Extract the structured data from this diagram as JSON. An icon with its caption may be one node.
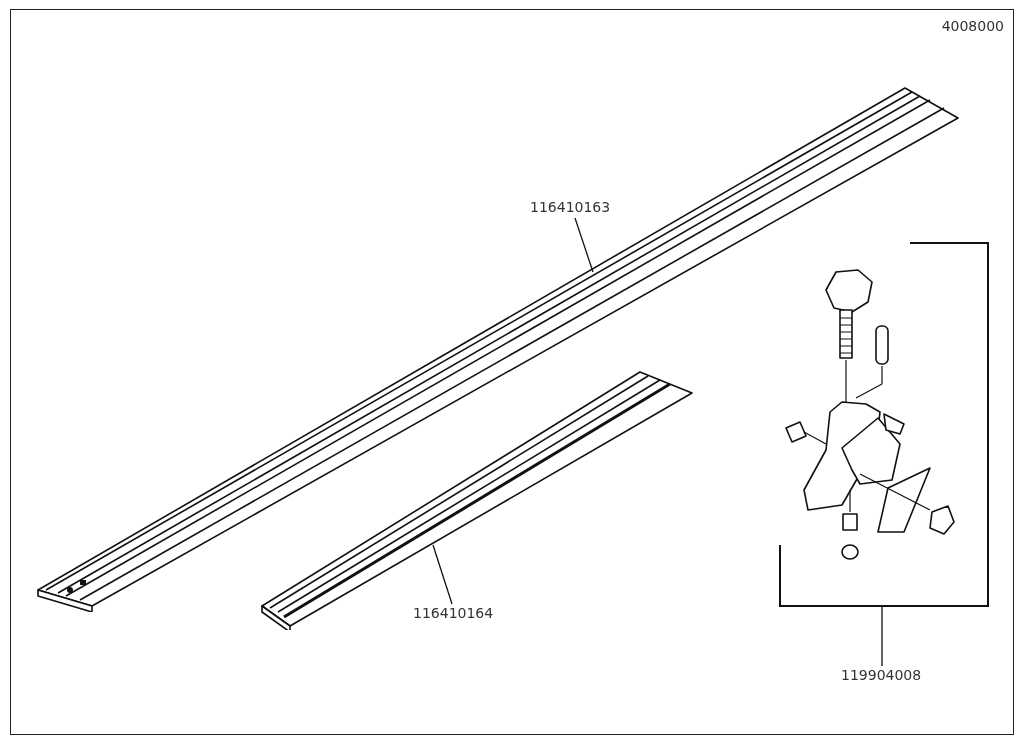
{
  "diagram": {
    "nodes": [
      {
        "text": [
          "116410163"
        ]
      },
      {
        "text": [],
        "shape": "picture"
      },
      {
        "text": [
          "116410164"
        ]
      },
      {
        "text": [],
        "shape": "picture"
      },
      {
        "text": [
          "119904008"
        ]
      },
      {
        "text": [],
        "shape": "picture"
      }
    ],
    "edges": [
      {
        "from": 0,
        "to": 1,
        "arrow": "none"
      },
      {
        "from": 2,
        "to": 3,
        "arrow": "none"
      },
      {
        "from": 4,
        "to": 5,
        "arrow": "none"
      }
    ],
    "labels": [
      "4008000"
    ]
  }
}
